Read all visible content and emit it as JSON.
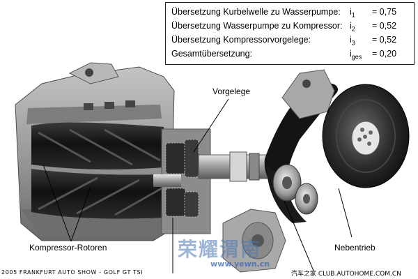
{
  "ratio_table": {
    "rows": [
      {
        "label": "Übersetzung Kurbelwelle zu Wasserpumpe:",
        "symbol": "i",
        "sub": "1",
        "value": "= 0,75"
      },
      {
        "label": "Übersetzung Wasserpumpe zu Kompressor:",
        "symbol": "i",
        "sub": "2",
        "value": "= 0,52"
      },
      {
        "label": "Übersetzung Kompressorvorgelege:",
        "symbol": "i",
        "sub": "3",
        "value": "= 0,52"
      },
      {
        "label": "Gesamtübersetzung:",
        "symbol": "i",
        "sub": "ges",
        "value": "= 0,20"
      }
    ]
  },
  "callouts": {
    "vorgelege": "Vorgelege",
    "rotoren": "Kompressor-Rotoren",
    "nebentrieb": "Nebentrieb"
  },
  "footer": {
    "left": "2005 FRANKFURT AUTO SHOW - GOLF GT TSI",
    "right": "汽车之家 CLUB.AUTOHOME.COM.CN"
  },
  "watermark": {
    "chinese": "荣耀渭南",
    "url": "www.yewn.cn"
  },
  "colors": {
    "housing": "#9a9a9a",
    "housing_dark": "#5e5e5e",
    "rotor": "#1e1e1e",
    "belt": "#111111",
    "leader": "#000000"
  }
}
